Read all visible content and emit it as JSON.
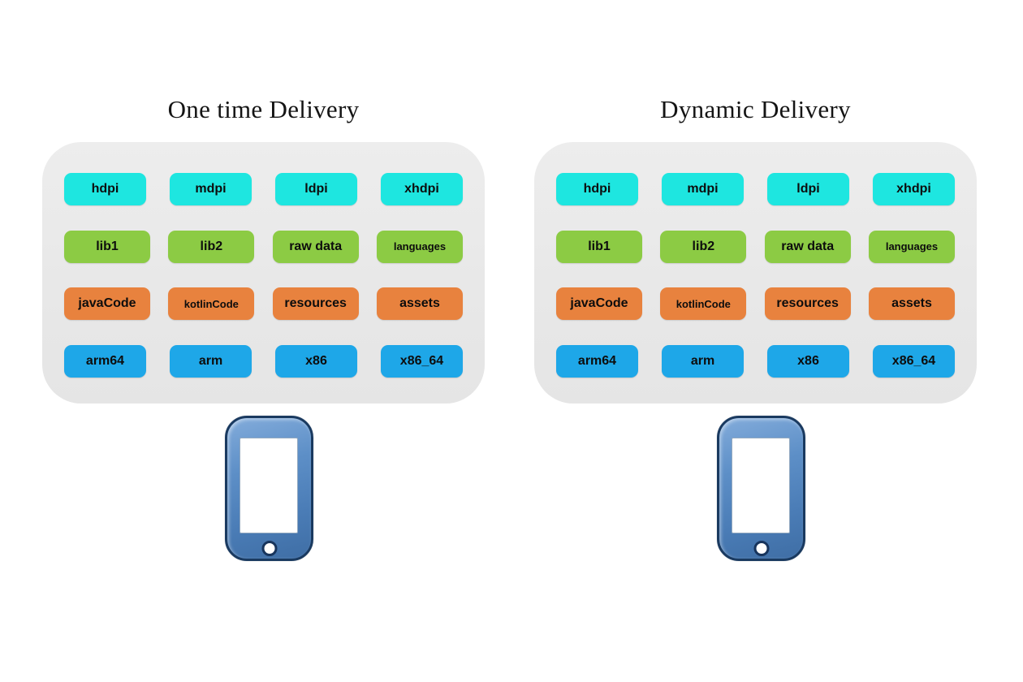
{
  "diagram": {
    "colors": {
      "bundle_background": "#e8e8e8",
      "density_row": "#1ee6e0",
      "library_row": "#8ccb44",
      "code_row": "#e8823e",
      "abi_row": "#1ea7e8"
    },
    "panels": [
      {
        "title": "One time Delivery",
        "rows": [
          {
            "name": "screen-densities",
            "color": "#1ee6e0",
            "items": [
              "hdpi",
              "mdpi",
              "ldpi",
              "xhdpi"
            ]
          },
          {
            "name": "libraries",
            "color": "#8ccb44",
            "items": [
              "lib1",
              "lib2",
              "raw data",
              "languages"
            ]
          },
          {
            "name": "code-and-resources",
            "color": "#e8823e",
            "items": [
              "javaCode",
              "kotlinCode",
              "resources",
              "assets"
            ]
          },
          {
            "name": "cpu-abis",
            "color": "#1ea7e8",
            "items": [
              "arm64",
              "arm",
              "x86",
              "x86_64"
            ]
          }
        ]
      },
      {
        "title": "Dynamic Delivery",
        "rows": [
          {
            "name": "screen-densities",
            "color": "#1ee6e0",
            "items": [
              "hdpi",
              "mdpi",
              "ldpi",
              "xhdpi"
            ]
          },
          {
            "name": "libraries",
            "color": "#8ccb44",
            "items": [
              "lib1",
              "lib2",
              "raw data",
              "languages"
            ]
          },
          {
            "name": "code-and-resources",
            "color": "#e8823e",
            "items": [
              "javaCode",
              "kotlinCode",
              "resources",
              "assets"
            ]
          },
          {
            "name": "cpu-abis",
            "color": "#1ea7e8",
            "items": [
              "arm64",
              "arm",
              "x86",
              "x86_64"
            ]
          }
        ]
      }
    ]
  }
}
